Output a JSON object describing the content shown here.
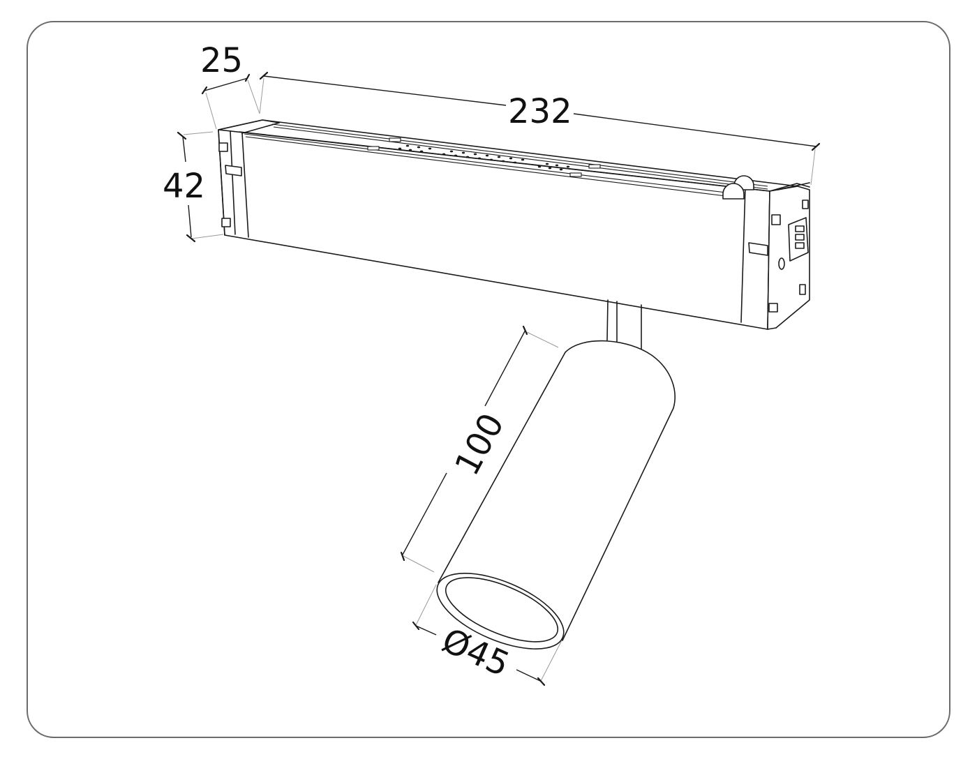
{
  "drawing": {
    "subject": "Magnetic track spotlight",
    "colors": {
      "frame": "#6b6b6b",
      "line": "#1a1a1a",
      "extension": "#9a9a9a",
      "background": "#ffffff"
    },
    "dimensions": {
      "depth": {
        "label": "25",
        "value": 25,
        "unit": "mm"
      },
      "length": {
        "label": "232",
        "value": 232,
        "unit": "mm"
      },
      "height": {
        "label": "42",
        "value": 42,
        "unit": "mm"
      },
      "spot_length": {
        "label": "100",
        "value": 100,
        "unit": "mm"
      },
      "spot_diameter": {
        "label": "Ø45",
        "value": 45,
        "unit": "mm"
      }
    }
  }
}
